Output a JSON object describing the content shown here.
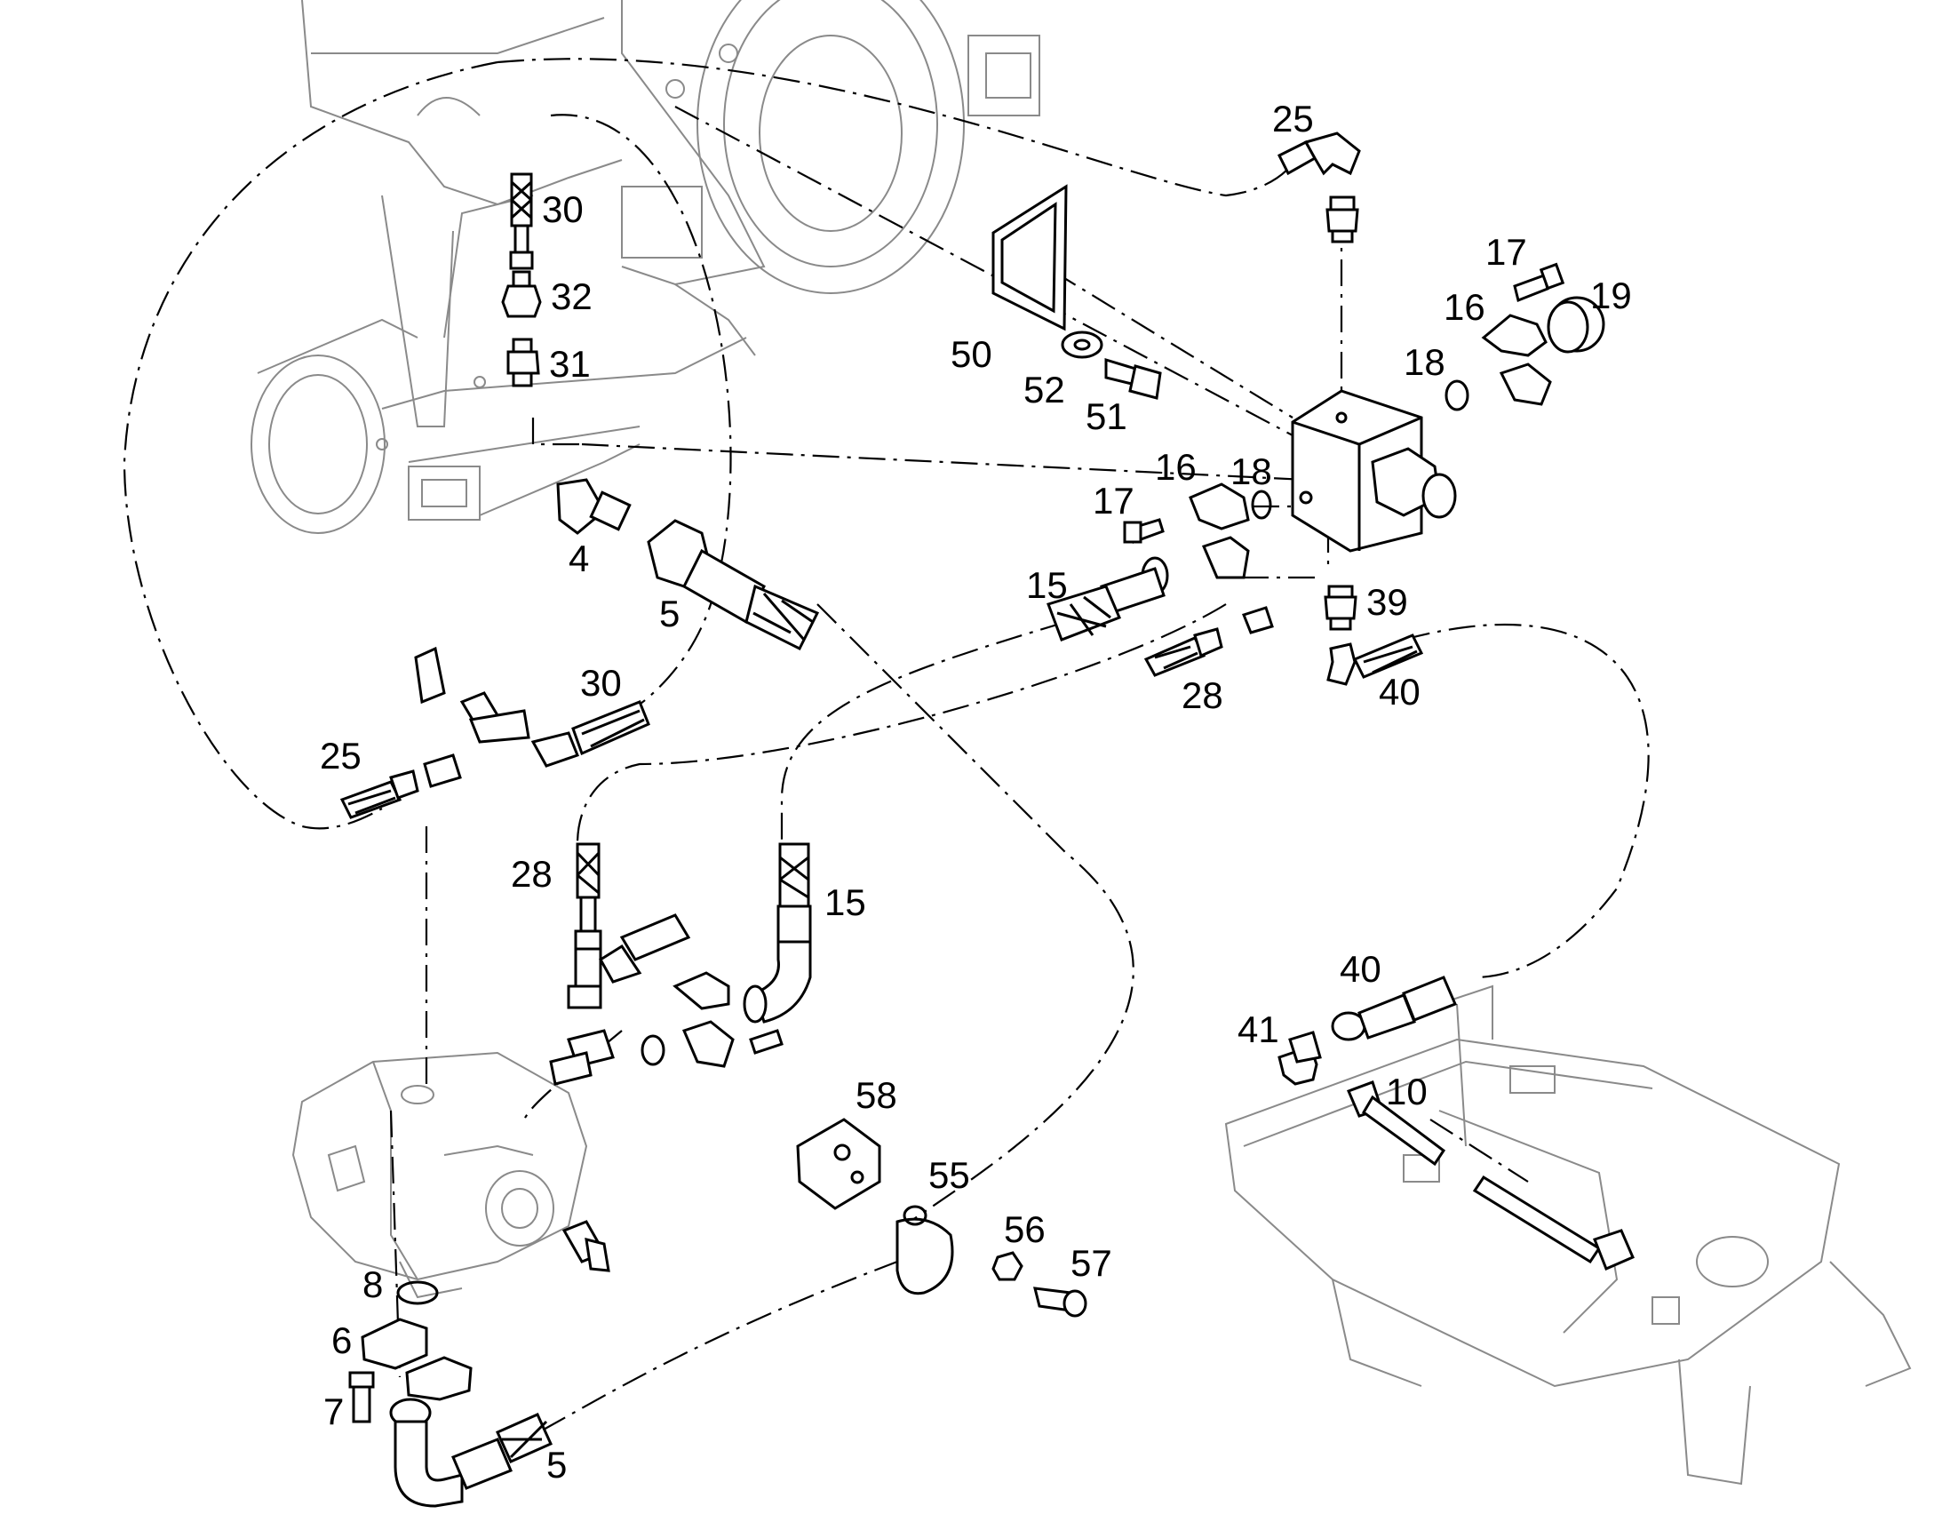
{
  "callouts": [
    {
      "id": "c30a",
      "text": "30"
    },
    {
      "id": "c32",
      "text": "32"
    },
    {
      "id": "c31",
      "text": "31"
    },
    {
      "id": "c4",
      "text": "4"
    },
    {
      "id": "c5a",
      "text": "5"
    },
    {
      "id": "c30b",
      "text": "30"
    },
    {
      "id": "c25a",
      "text": "25"
    },
    {
      "id": "c25b",
      "text": "25"
    },
    {
      "id": "c50",
      "text": "50"
    },
    {
      "id": "c52",
      "text": "52"
    },
    {
      "id": "c51",
      "text": "51"
    },
    {
      "id": "c17a",
      "text": "17"
    },
    {
      "id": "c16a",
      "text": "16"
    },
    {
      "id": "c19",
      "text": "19"
    },
    {
      "id": "c18a",
      "text": "18"
    },
    {
      "id": "c17b",
      "text": "17"
    },
    {
      "id": "c16b",
      "text": "16"
    },
    {
      "id": "c18b",
      "text": "18"
    },
    {
      "id": "c15a",
      "text": "15"
    },
    {
      "id": "c39",
      "text": "39"
    },
    {
      "id": "c40a",
      "text": "40"
    },
    {
      "id": "c28a",
      "text": "28"
    },
    {
      "id": "c28b",
      "text": "28"
    },
    {
      "id": "c15b",
      "text": "15"
    },
    {
      "id": "c40b",
      "text": "40"
    },
    {
      "id": "c41",
      "text": "41"
    },
    {
      "id": "c10",
      "text": "10"
    },
    {
      "id": "c58",
      "text": "58"
    },
    {
      "id": "c55",
      "text": "55"
    },
    {
      "id": "c56",
      "text": "56"
    },
    {
      "id": "c57",
      "text": "57"
    },
    {
      "id": "c8",
      "text": "8"
    },
    {
      "id": "c6",
      "text": "6"
    },
    {
      "id": "c7",
      "text": "7"
    },
    {
      "id": "c5b",
      "text": "5"
    }
  ]
}
